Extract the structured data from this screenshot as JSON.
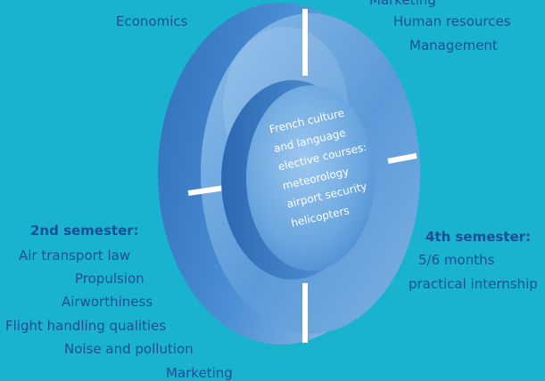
{
  "top_left": {
    "label": "Economics"
  },
  "top_right": {
    "items": [
      "Marketing",
      "Human resources",
      "Management"
    ]
  },
  "left": {
    "heading": "2nd semester:",
    "items": [
      "Air transport law",
      "Propulsion",
      "Airworthiness",
      "Flight handling qualities",
      "Noise and pollution",
      "Marketing"
    ]
  },
  "right": {
    "heading": "4th semester:",
    "items": [
      "5/6 months",
      "practical internship"
    ]
  },
  "center": {
    "lines": [
      "French culture",
      "and language",
      "elective courses:",
      "meteorology",
      "airport security",
      "helicopters"
    ]
  },
  "colors": {
    "background": "#19b3cf",
    "label_text": "#1a4f96",
    "wheel_blue": "#3f86cf",
    "divider": "#ffffff"
  }
}
